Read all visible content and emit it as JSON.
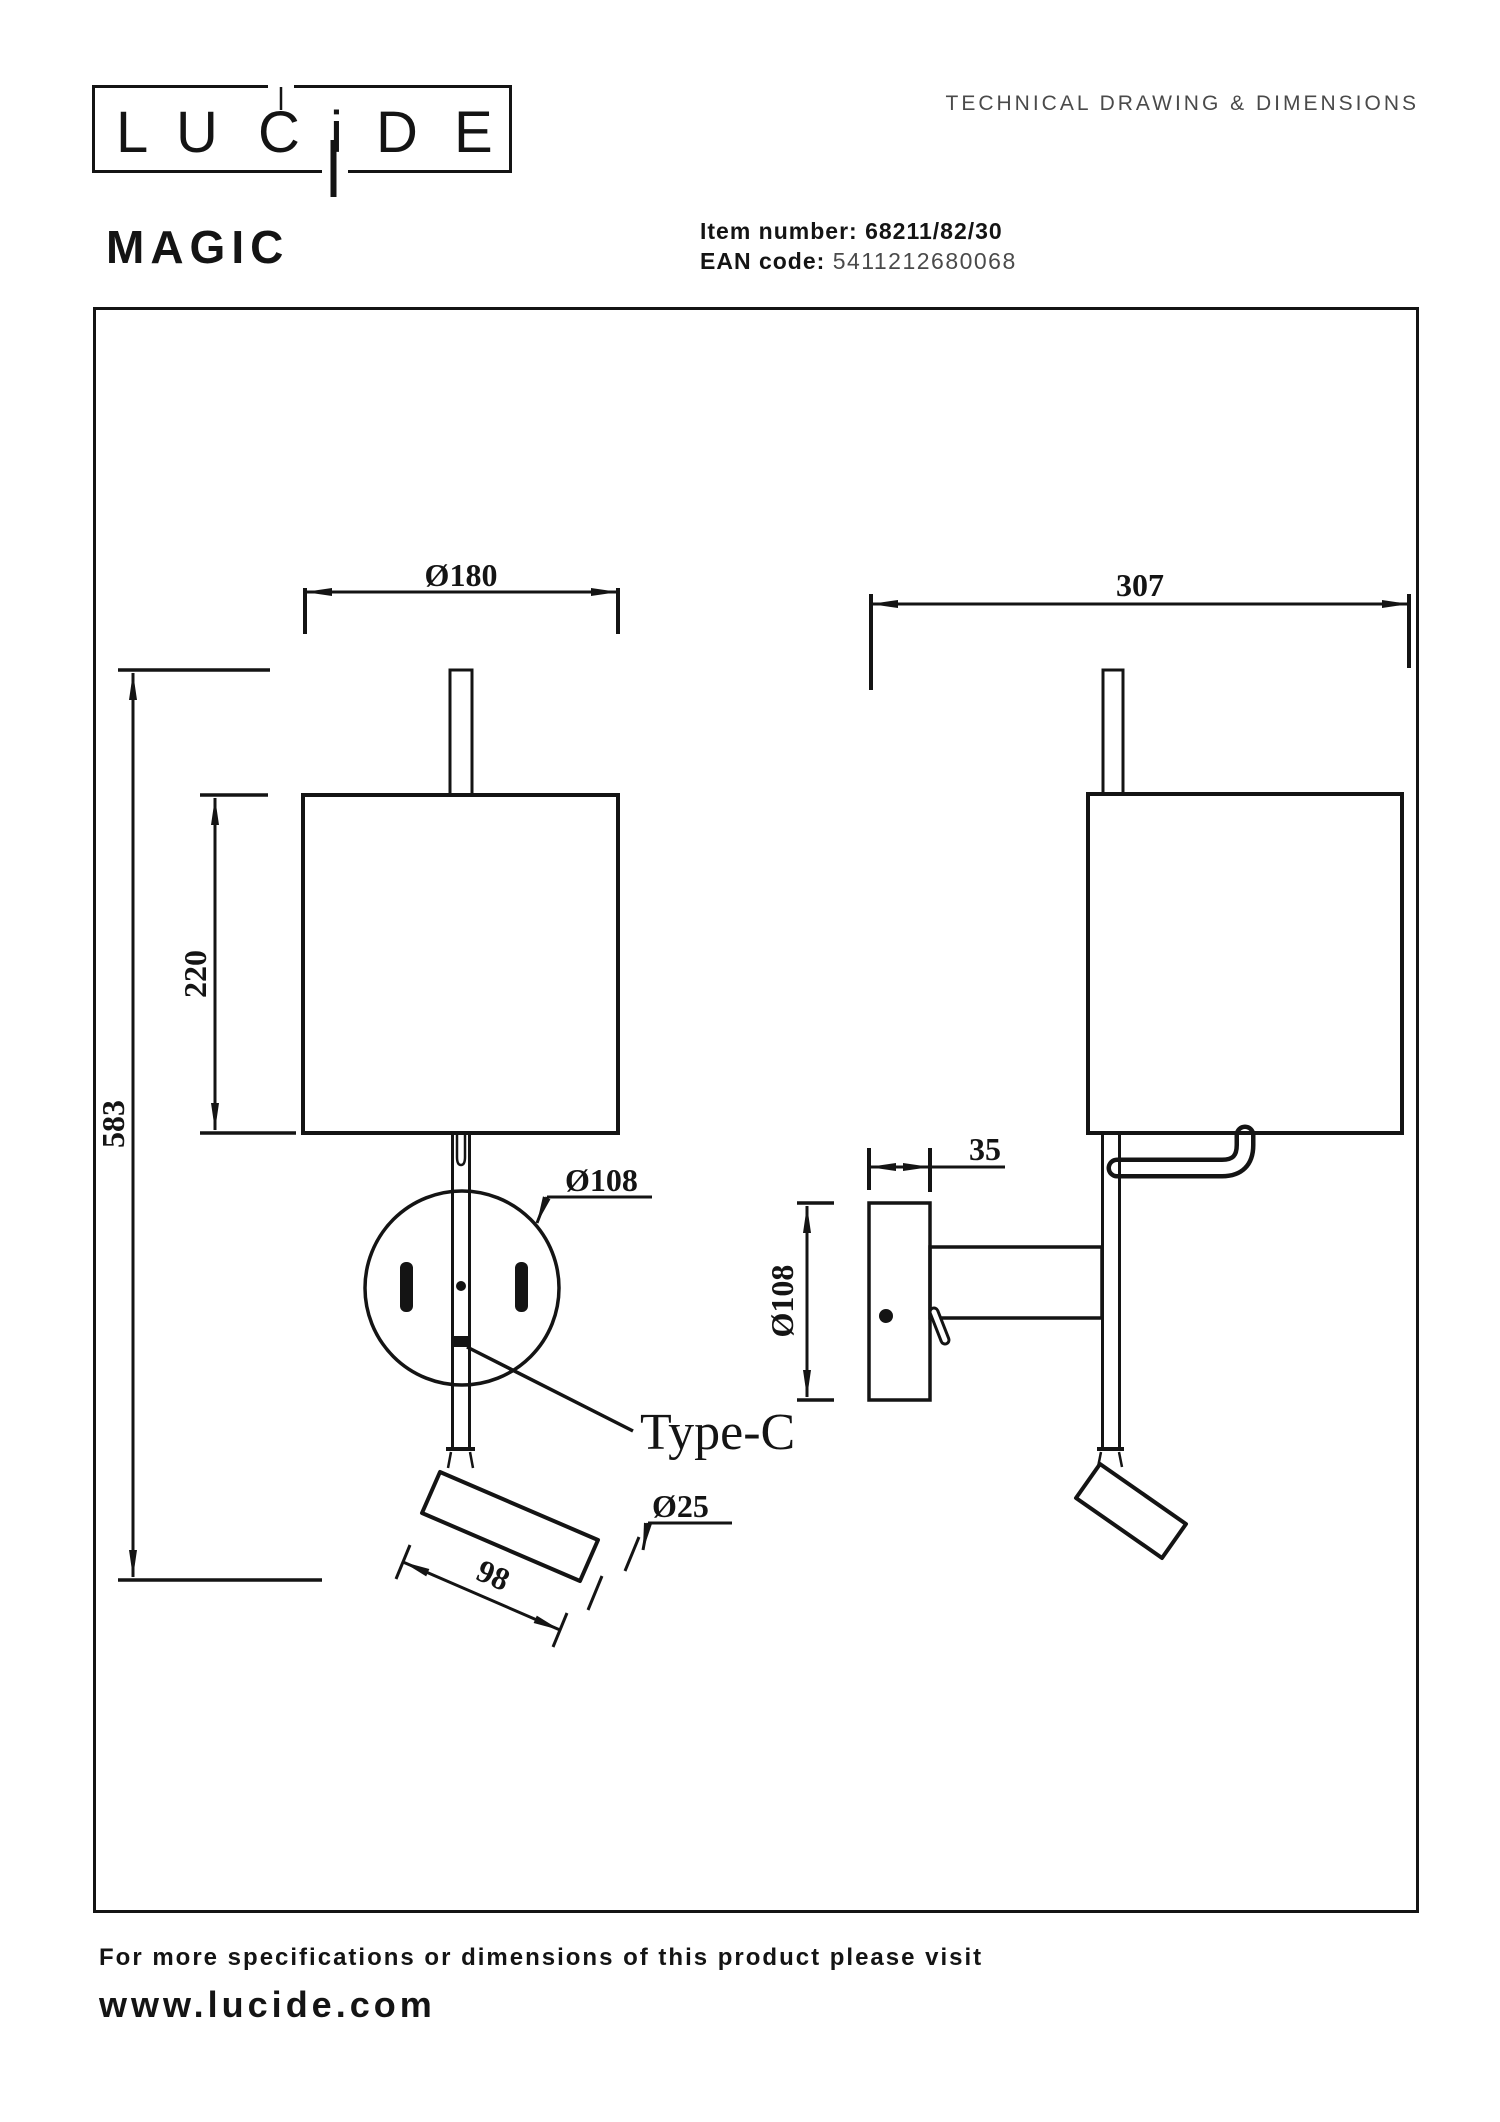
{
  "header": {
    "brand_letters": [
      "L",
      "U",
      "C",
      "i",
      "D",
      "E"
    ],
    "doc_title": "TECHNICAL DRAWING & DIMENSIONS",
    "product_name": "MAGIC",
    "item_number_label": "Item number:",
    "item_number_value": "68211/82/30",
    "ean_label": "EAN code:",
    "ean_value": "5411212680068"
  },
  "drawing": {
    "front_view": {
      "width_dim": "Ø180",
      "shade_height_dim": "220",
      "total_height_dim": "583",
      "plate_diameter_dim": "Ø108",
      "port_label": "Type-C",
      "spot_length_dim": "98",
      "spot_diameter_dim": "Ø25"
    },
    "side_view": {
      "depth_dim": "307",
      "plate_thickness_dim": "35",
      "plate_diameter_dim": "Ø108"
    }
  },
  "footer": {
    "line1": "For more specifications or dimensions of this product please visit",
    "line2": "www.lucide.com"
  },
  "colors": {
    "ink": "#141414",
    "muted": "#4a4a4a"
  }
}
